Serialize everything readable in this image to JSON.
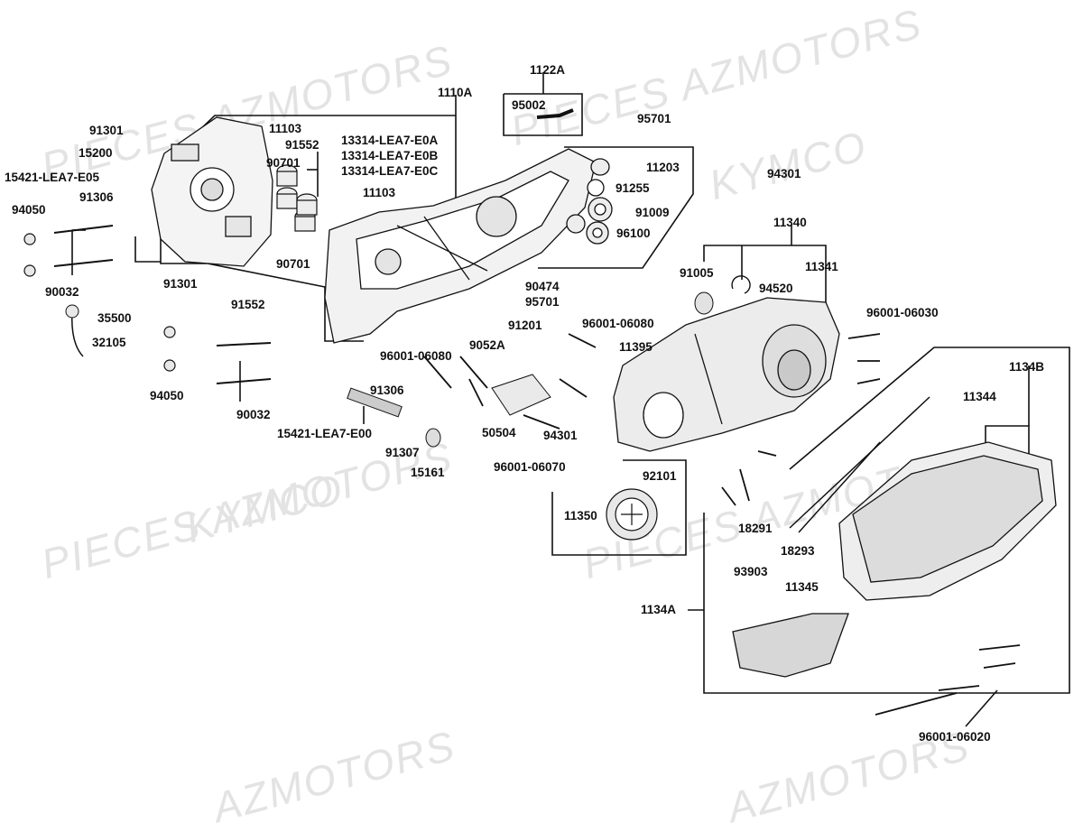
{
  "watermarks": {
    "brand_a": "PIECES AZMOTORS",
    "brand_b": "KYMCO",
    "brand_c": "AZMOTORS"
  },
  "labels": {
    "p1122A": "1122A",
    "p1110A": "1110A",
    "p95002": "95002",
    "p95701_top": "95701",
    "p91301_a": "91301",
    "p11103_a": "11103",
    "p91552_a": "91552",
    "p15200": "15200",
    "p13314_A": "13314-LEA7-E0A",
    "p13314_B": "13314-LEA7-E0B",
    "p13314_C": "13314-LEA7-E0C",
    "p15421_E05": "15421-LEA7-E05",
    "p90701_a": "90701",
    "p11203": "11203",
    "p91306_a": "91306",
    "p11103_b": "11103",
    "p91255": "91255",
    "p94050_a": "94050",
    "p91009": "91009",
    "p96100": "96100",
    "p94301_a": "94301",
    "p11340": "11340",
    "p90701_b": "90701",
    "p91005": "91005",
    "p11341": "11341",
    "p90032_a": "90032",
    "p91301_b": "91301",
    "p90474": "90474",
    "p94520": "94520",
    "p91552_b": "91552",
    "p95701_mid": "95701",
    "p35500": "35500",
    "p91201": "91201",
    "p96001_06030": "96001-06030",
    "p96001_06080_a": "96001-06080",
    "p32105": "32105",
    "p9052A": "9052A",
    "p11395": "11395",
    "p96001_06080_b": "96001-06080",
    "p1134B": "1134B",
    "p91306_b": "91306",
    "p11344": "11344",
    "p94050_b": "94050",
    "p90032_b": "90032",
    "p15421_E00": "15421-LEA7-E00",
    "p50504": "50504",
    "p94301_b": "94301",
    "p91307": "91307",
    "p96001_06070": "96001-06070",
    "p15161": "15161",
    "p92101": "92101",
    "p11350": "11350",
    "p18291": "18291",
    "p18293": "18293",
    "p93903": "93903",
    "p11345": "11345",
    "p1134A": "1134A",
    "p96001_06020": "96001-06020"
  },
  "colors": {
    "line": "#111111",
    "part_fill": "#f2f2f2",
    "shade": "#9a9a9a",
    "watermark": "#e3e3e3"
  }
}
